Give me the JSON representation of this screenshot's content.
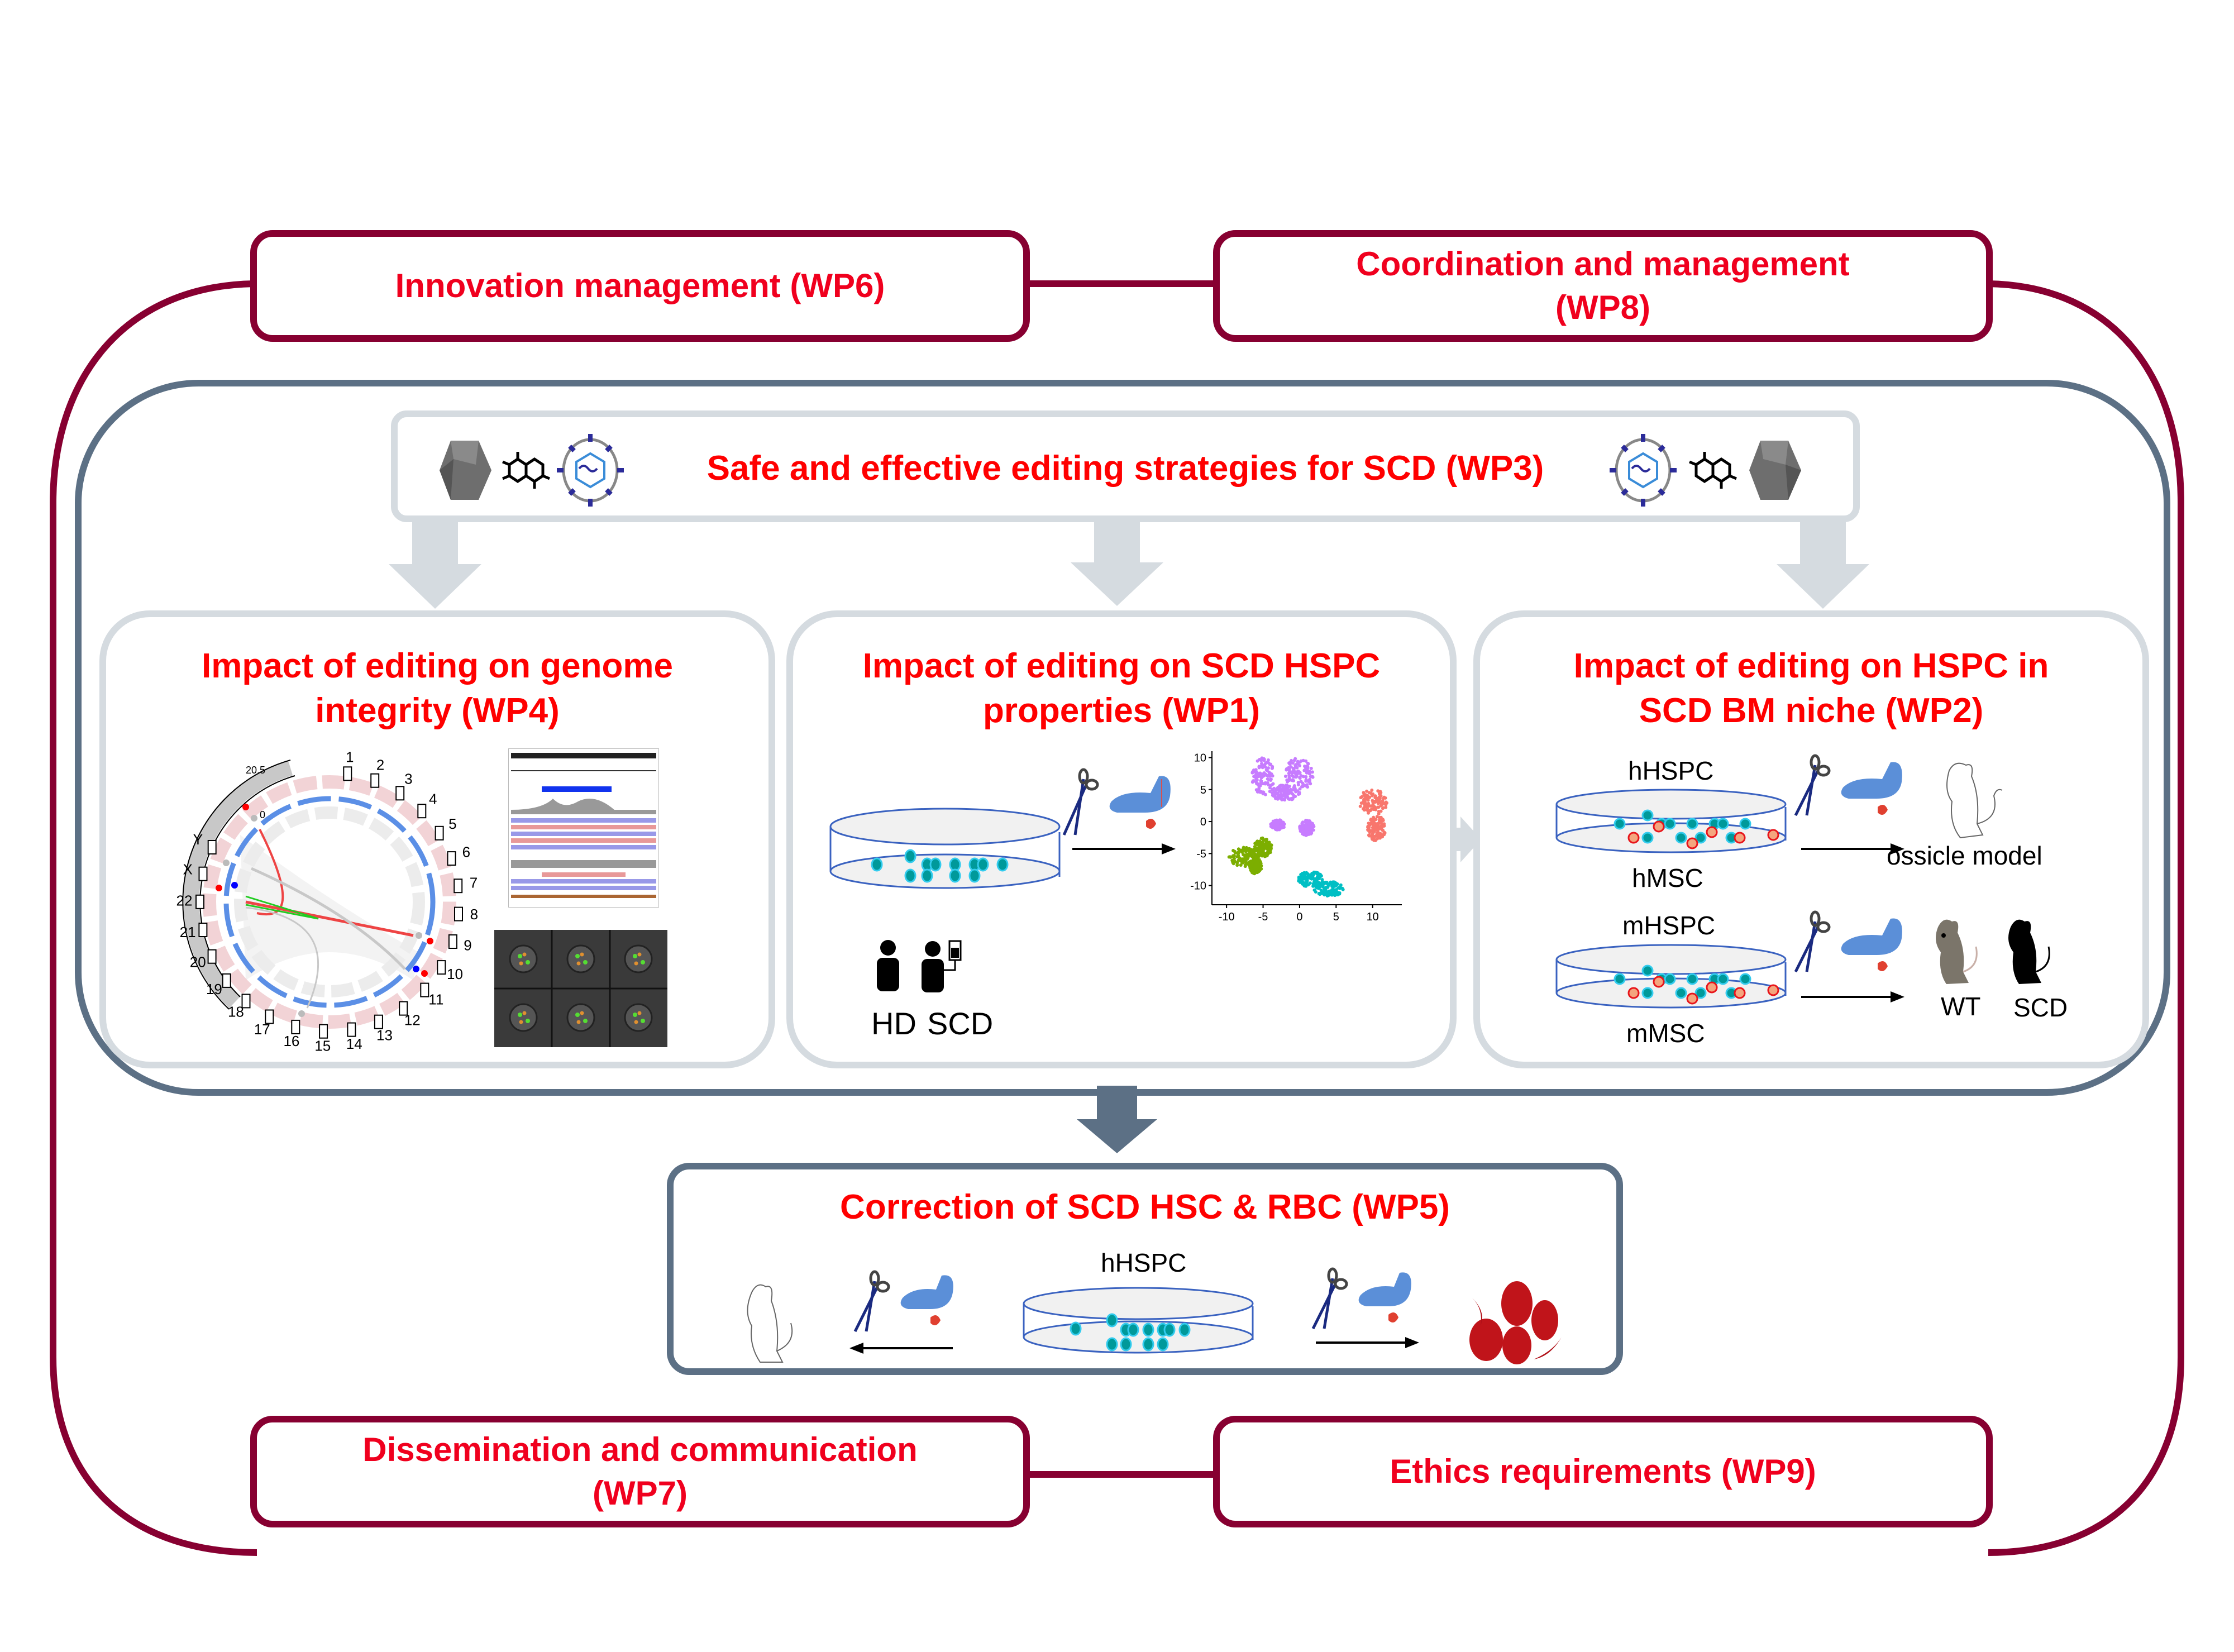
{
  "colors": {
    "outer_frame": "#870031",
    "inner_frame": "#5c7085",
    "wp_box_border": "#d5dbe0",
    "title_red": "#ff0000",
    "arrow_light": "#d5dbe0",
    "arrow_dark": "#5c7085",
    "cell_teal": "#00999a",
    "cell_teal_ring": "#33ccee",
    "msc_fill": "#f4a57e",
    "msc_ring": "#e8151b",
    "dish_stroke": "#3a62c0"
  },
  "management": {
    "wp6": "Innovation management (WP6)",
    "wp8": "Coordination and management (WP8)",
    "wp7": "Dissemination and communication (WP7)",
    "wp9": "Ethics requirements (WP9)"
  },
  "wp3": {
    "title": "Safe and effective editing strategies for SCD (WP3)",
    "icons": [
      "aav-capsid-icon",
      "small-molecule-icon",
      "lentiviral-vector-icon"
    ]
  },
  "wp4": {
    "title": "Impact of editing on genome integrity (WP4)",
    "circos": {
      "chromosomes": [
        "1",
        "2",
        "3",
        "4",
        "5",
        "6",
        "7",
        "8",
        "9",
        "10",
        "11",
        "12",
        "13",
        "14",
        "15",
        "16",
        "17",
        "18",
        "19",
        "20",
        "21",
        "22",
        "X",
        "Y"
      ],
      "axis_labels": [
        "20.5",
        "0"
      ]
    },
    "panels": [
      "igv-browser",
      "imaging-flow-cytometry"
    ]
  },
  "wp1": {
    "title": "Impact of editing on SCD HSPC properties (WP1)",
    "donor_labels": [
      "HD",
      "SCD"
    ],
    "umap": {
      "x_ticks": [
        "-10",
        "-5",
        "0",
        "5",
        "10"
      ],
      "y_ticks": [
        "10",
        "5",
        "0",
        "-5",
        "-10"
      ],
      "clusters": [
        {
          "color": "#c77cff",
          "name": "cluster-purple"
        },
        {
          "color": "#f8766d",
          "name": "cluster-red"
        },
        {
          "color": "#7cae00",
          "name": "cluster-green"
        },
        {
          "color": "#00bfc4",
          "name": "cluster-cyan"
        }
      ]
    }
  },
  "wp2": {
    "title": "Impact of editing on HSPC in SCD BM niche (WP2)",
    "human_row": {
      "top": "hHSPC",
      "bottom": "hMSC",
      "outcome": "ossicle model"
    },
    "mouse_row": {
      "top": "mHSPC",
      "bottom": "mMSC",
      "outcome_wt": "WT",
      "outcome_scd": "SCD"
    }
  },
  "wp5": {
    "title": "Correction of SCD HSC & RBC (WP5)",
    "dish_label": "hHSPC"
  }
}
